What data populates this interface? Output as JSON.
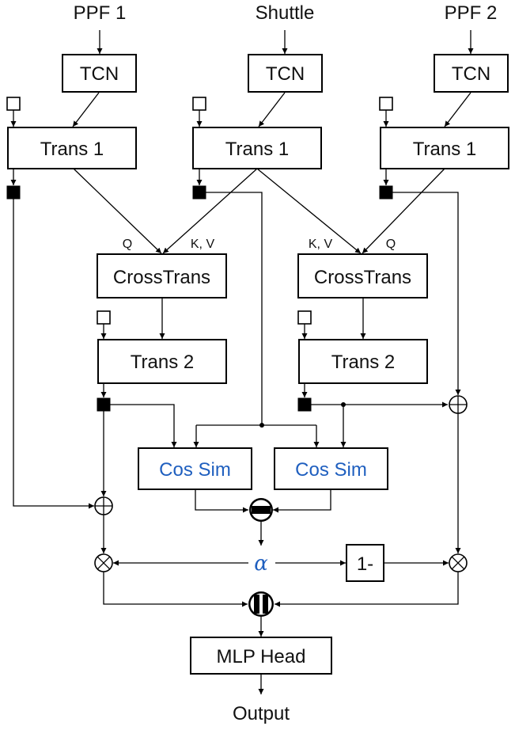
{
  "inputs": {
    "left": "PPF 1",
    "center": "Shuttle",
    "right": "PPF 2"
  },
  "tcn": {
    "left": "TCN",
    "center": "TCN",
    "right": "TCN"
  },
  "trans1": {
    "left": "Trans 1",
    "center": "Trans 1",
    "right": "Trans 1"
  },
  "crosstrans": {
    "left": {
      "label": "CrossTrans",
      "q_label": "Q",
      "kv_label": "K, V"
    },
    "right": {
      "label": "CrossTrans",
      "q_label": "Q",
      "kv_label": "K, V"
    }
  },
  "trans2": {
    "left": "Trans 2",
    "right": "Trans 2"
  },
  "cos_sim": {
    "left": "Cos Sim",
    "right": "Cos Sim"
  },
  "alpha_label": "α",
  "one_minus_label": "1-",
  "mlp_head_label": "MLP Head",
  "output_label": "Output"
}
